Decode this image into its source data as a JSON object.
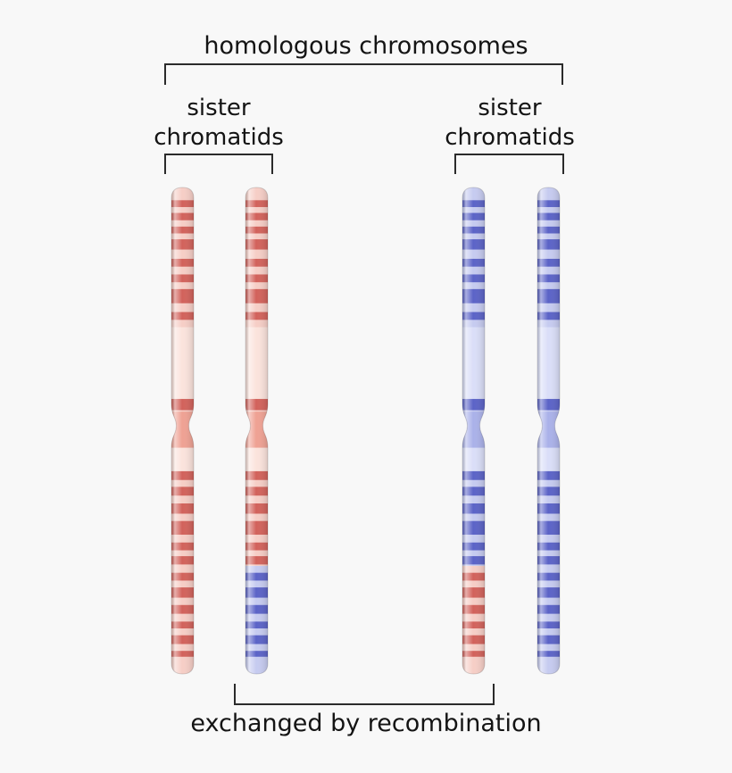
{
  "labels": {
    "homologous": "homologous chromosomes",
    "sister_left": "sister chromatids",
    "sister_right": "sister chromatids",
    "exchanged": "exchanged by recombination"
  },
  "colors": {
    "background": "#f8f8f8",
    "text": "#141414",
    "bracket": "#2b2b2b"
  },
  "schemes": {
    "red": {
      "base": "#f6cec6",
      "band": "#d2625b",
      "pale": "#fbe3dc",
      "centromere": "#efa193"
    },
    "blue": {
      "base": "#c6cbf0",
      "band": "#5b63c7",
      "pale": "#dadef8",
      "centromere": "#aab1e9"
    }
  },
  "band_layout": {
    "centromere": 0.49,
    "regions": [
      {
        "y": 0.028,
        "h": 0.014,
        "t": "band"
      },
      {
        "y": 0.054,
        "h": 0.015,
        "t": "band"
      },
      {
        "y": 0.082,
        "h": 0.014,
        "t": "band"
      },
      {
        "y": 0.108,
        "h": 0.021,
        "t": "band"
      },
      {
        "y": 0.148,
        "h": 0.016,
        "t": "band"
      },
      {
        "y": 0.18,
        "h": 0.016,
        "t": "band"
      },
      {
        "y": 0.21,
        "h": 0.029,
        "t": "band"
      },
      {
        "y": 0.257,
        "h": 0.016,
        "t": "band"
      },
      {
        "y": 0.288,
        "h": 0.147,
        "t": "pale"
      },
      {
        "y": 0.435,
        "h": 0.023,
        "t": "band"
      },
      {
        "y": 0.461,
        "h": 0.074,
        "t": "centromere"
      },
      {
        "y": 0.535,
        "h": 0.048,
        "t": "pale"
      },
      {
        "y": 0.583,
        "h": 0.018,
        "t": "band"
      },
      {
        "y": 0.615,
        "h": 0.018,
        "t": "band"
      },
      {
        "y": 0.649,
        "h": 0.021,
        "t": "band"
      },
      {
        "y": 0.685,
        "h": 0.028,
        "t": "band"
      },
      {
        "y": 0.729,
        "h": 0.016,
        "t": "band"
      },
      {
        "y": 0.757,
        "h": 0.017,
        "t": "band"
      },
      {
        "y": 0.791,
        "h": 0.016,
        "t": "band"
      },
      {
        "y": 0.821,
        "h": 0.021,
        "t": "band"
      },
      {
        "y": 0.857,
        "h": 0.018,
        "t": "band"
      },
      {
        "y": 0.891,
        "h": 0.014,
        "t": "band"
      },
      {
        "y": 0.919,
        "h": 0.018,
        "t": "band"
      },
      {
        "y": 0.951,
        "h": 0.012,
        "t": "band"
      }
    ]
  },
  "chromosomes": [
    {
      "name": "maternal-chromatid-1",
      "scheme": "red",
      "swap": null
    },
    {
      "name": "maternal-chromatid-2",
      "scheme": "red",
      "swap": {
        "from": 0.777,
        "scheme": "blue"
      }
    },
    {
      "name": "paternal-chromatid-1",
      "scheme": "blue",
      "swap": {
        "from": 0.777,
        "scheme": "red"
      }
    },
    {
      "name": "paternal-chromatid-2",
      "scheme": "blue",
      "swap": null
    }
  ]
}
